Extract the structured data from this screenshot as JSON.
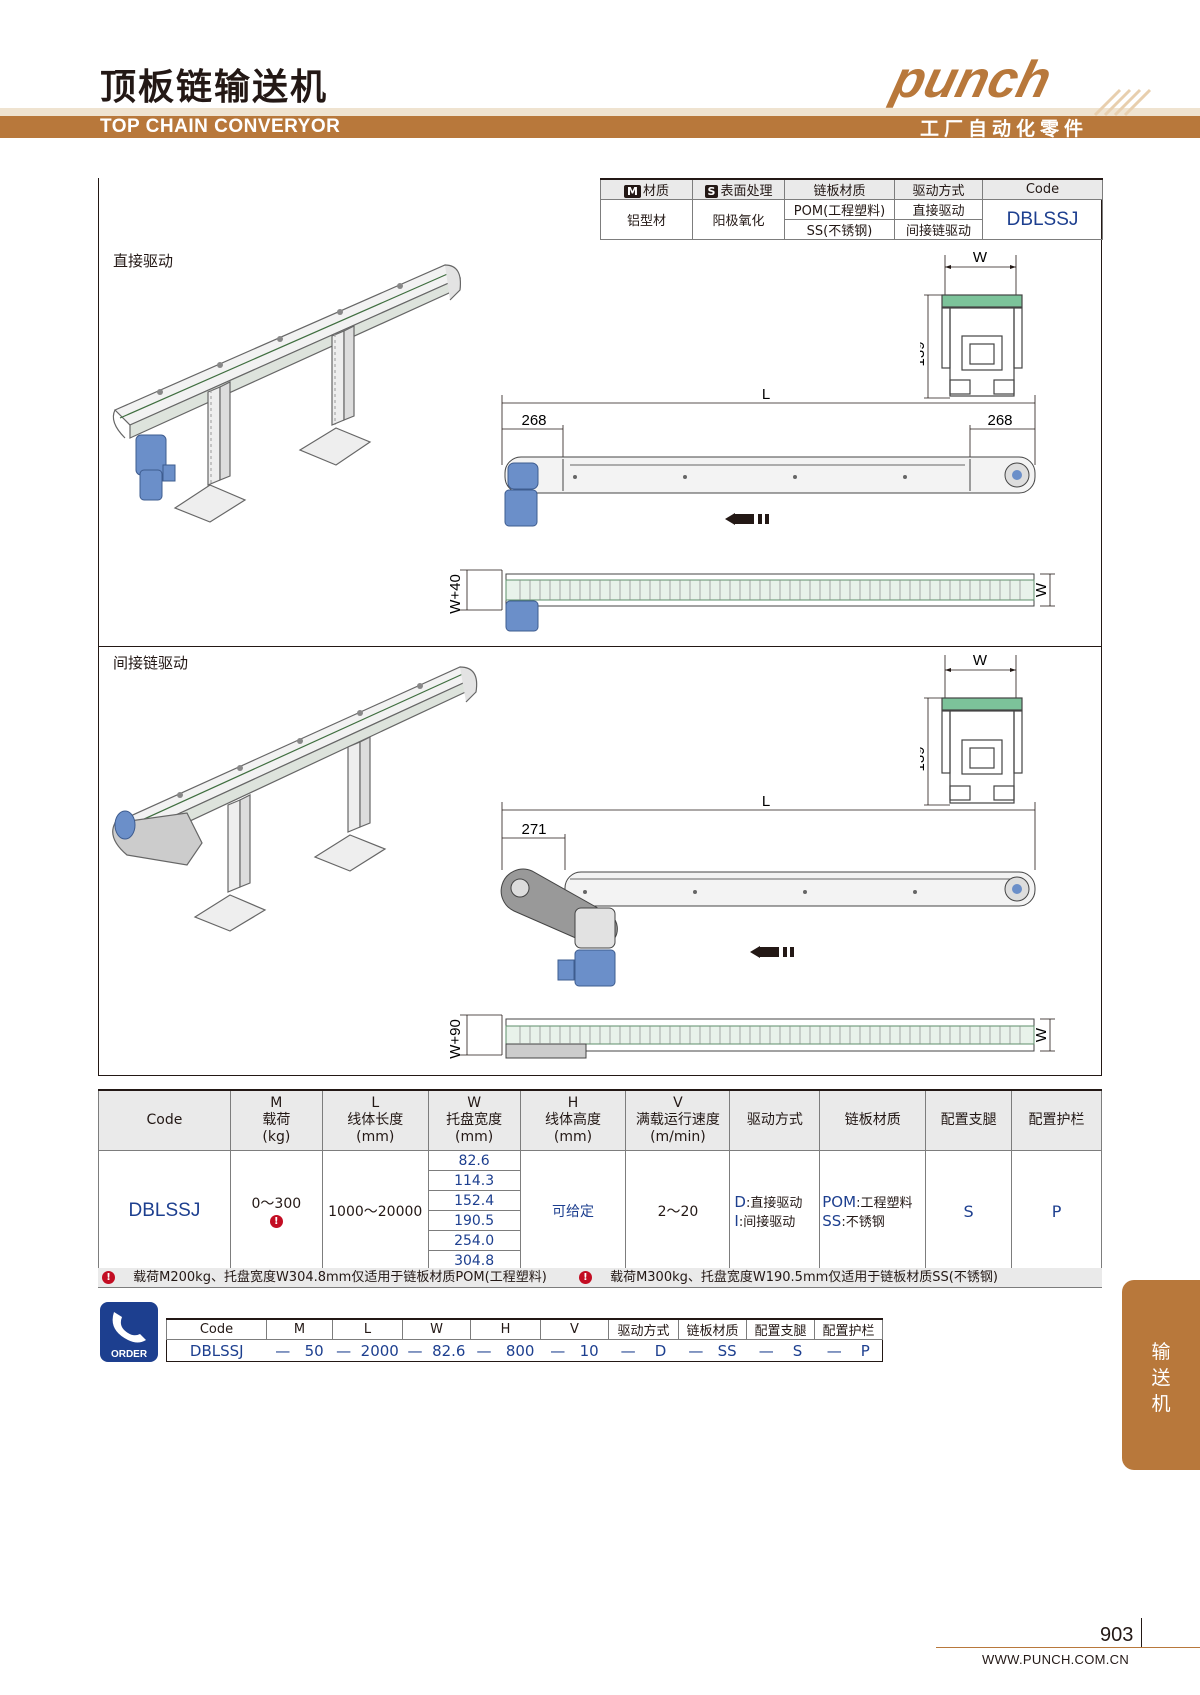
{
  "header": {
    "title": "顶板链输送机",
    "subtitle": "TOP CHAIN CONVERYOR",
    "brand_logo": "punch",
    "brand_slogan": "工厂自动化零件"
  },
  "spec": {
    "headers": {
      "material_badge": "M",
      "material": "材质",
      "surface_badge": "S",
      "surface": "表面处理",
      "chain": "链板材质",
      "drive": "驱动方式",
      "code": "Code"
    },
    "material_value": "铝型材",
    "surface_value": "阳极氧化",
    "chain_values": [
      "POM(工程塑料)",
      "SS(不锈钢)"
    ],
    "drive_values": [
      "直接驱动",
      "间接链驱动"
    ],
    "code_value": "DBLSSJ"
  },
  "direct": {
    "label": "直接驱动",
    "dim_w": "W",
    "dim_139": "139",
    "dim_l": "L",
    "dim_left": "268",
    "dim_right": "268",
    "dim_width_plus": "W+40",
    "dim_w_side": "W"
  },
  "indirect": {
    "label": "间接链驱动",
    "dim_w": "W",
    "dim_139": "139",
    "dim_l": "L",
    "dim_left": "271",
    "dim_width_plus": "W+90",
    "dim_w_side": "W"
  },
  "table": {
    "headers": [
      {
        "key": "Code",
        "lines": [
          "Code"
        ]
      },
      {
        "key": "M",
        "lines": [
          "M",
          "载荷",
          "(kg)"
        ]
      },
      {
        "key": "L",
        "lines": [
          "L",
          "线体长度",
          "(mm)"
        ]
      },
      {
        "key": "W",
        "lines": [
          "W",
          "托盘宽度",
          "(mm)"
        ]
      },
      {
        "key": "H",
        "lines": [
          "H",
          "线体高度",
          "(mm)"
        ]
      },
      {
        "key": "V",
        "lines": [
          "V",
          "满载运行速度",
          "(m/min)"
        ]
      },
      {
        "key": "drive",
        "lines": [
          "驱动方式"
        ]
      },
      {
        "key": "chain",
        "lines": [
          "链板材质"
        ]
      },
      {
        "key": "leg",
        "lines": [
          "配置支腿"
        ]
      },
      {
        "key": "guard",
        "lines": [
          "配置护栏"
        ]
      }
    ],
    "code": "DBLSSJ",
    "load": "0～300",
    "warn_mark": "!",
    "length": "1000～20000",
    "widths": [
      "82.6",
      "114.3",
      "152.4",
      "190.5",
      "254.0",
      "304.8"
    ],
    "height": "可给定",
    "speed": "2～20",
    "drive_d": "D",
    "drive_d_text": ":直接驱动",
    "drive_i": "I",
    "drive_i_text": ":间接驱动",
    "chain_pom": "POM",
    "chain_pom_text": ":工程塑料",
    "chain_ss": "SS",
    "chain_ss_text": ":不锈钢",
    "leg": "S",
    "guard": "P"
  },
  "notes": [
    "载荷M200kg、托盘宽度W304.8mm仅适用于链板材质POM(工程塑料)",
    "载荷M300kg、托盘宽度W190.5mm仅适用于链板材质SS(不锈钢)"
  ],
  "order": {
    "icon_label": "ORDER",
    "headers": [
      "Code",
      "M",
      "L",
      "W",
      "H",
      "V",
      "驱动方式",
      "链板材质",
      "配置支腿",
      "配置护栏"
    ],
    "values": [
      "DBLSSJ",
      "50",
      "2000",
      "82.6",
      "800",
      "10",
      "D",
      "SS",
      "S",
      "P"
    ],
    "separator": "—"
  },
  "side_tab": [
    "输",
    "送",
    "机"
  ],
  "footer": {
    "page": "903",
    "url": "WWW.PUNCH.COM.CN"
  },
  "colors": {
    "accent": "#b8783b",
    "code_blue": "#1d3f8f",
    "warning_red": "#c30d23",
    "motor_blue": "#6b8fc9"
  }
}
